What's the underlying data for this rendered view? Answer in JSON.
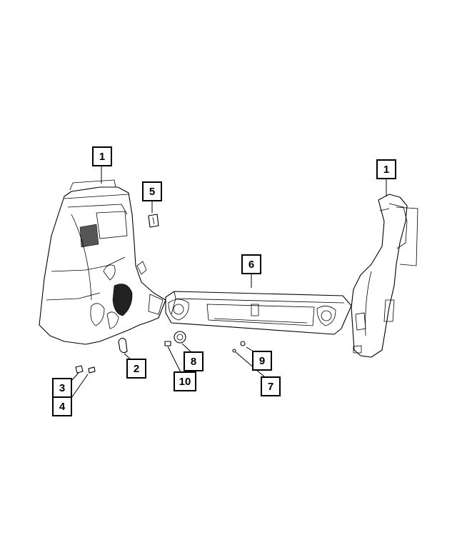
{
  "callouts": [
    {
      "id": "callout-1-left",
      "label": "1"
    },
    {
      "id": "callout-1-right",
      "label": "1"
    },
    {
      "id": "callout-2",
      "label": "2"
    },
    {
      "id": "callout-3",
      "label": "3"
    },
    {
      "id": "callout-4",
      "label": "4"
    },
    {
      "id": "callout-5",
      "label": "5"
    },
    {
      "id": "callout-6",
      "label": "6"
    },
    {
      "id": "callout-7",
      "label": "7"
    },
    {
      "id": "callout-8",
      "label": "8"
    },
    {
      "id": "callout-9",
      "label": "9"
    },
    {
      "id": "callout-10",
      "label": "10"
    }
  ]
}
